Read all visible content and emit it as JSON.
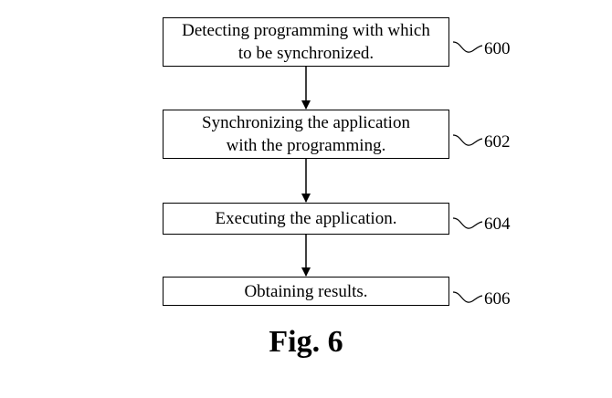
{
  "steps": [
    {
      "line1": "Detecting programming with which",
      "line2": "to be synchronized.",
      "ref": "600"
    },
    {
      "line1": "Synchronizing the application",
      "line2": "with the programming.",
      "ref": "602"
    },
    {
      "line1": "Executing the application.",
      "ref": "604"
    },
    {
      "line1": "Obtaining results.",
      "ref": "606"
    }
  ],
  "caption": "Fig. 6"
}
